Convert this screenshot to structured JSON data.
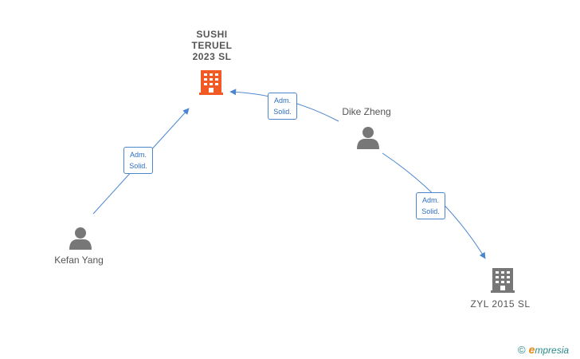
{
  "colors": {
    "edge": "#4a86d0",
    "company_main": "#f15a24",
    "company_other": "#777777",
    "person": "#777777"
  },
  "nodes": {
    "sushi": {
      "name": "SUSHI\nTERUEL\n2023 SL",
      "icon": "building-icon",
      "kind": "company"
    },
    "dike": {
      "name": "Dike Zheng",
      "icon": "person-icon",
      "kind": "person"
    },
    "kefan": {
      "name": "Kefan Yang",
      "icon": "person-icon",
      "kind": "person"
    },
    "zyl": {
      "name": "ZYL 2015 SL",
      "icon": "building-icon",
      "kind": "company"
    }
  },
  "edges": [
    {
      "from": "kefan",
      "to": "sushi",
      "label": "Adm.\nSolid."
    },
    {
      "from": "dike",
      "to": "sushi",
      "label": "Adm.\nSolid."
    },
    {
      "from": "dike",
      "to": "zyl",
      "label": "Adm.\nSolid."
    }
  ],
  "brand": {
    "copyright": "©",
    "name": "mpresia",
    "initial": "e"
  }
}
